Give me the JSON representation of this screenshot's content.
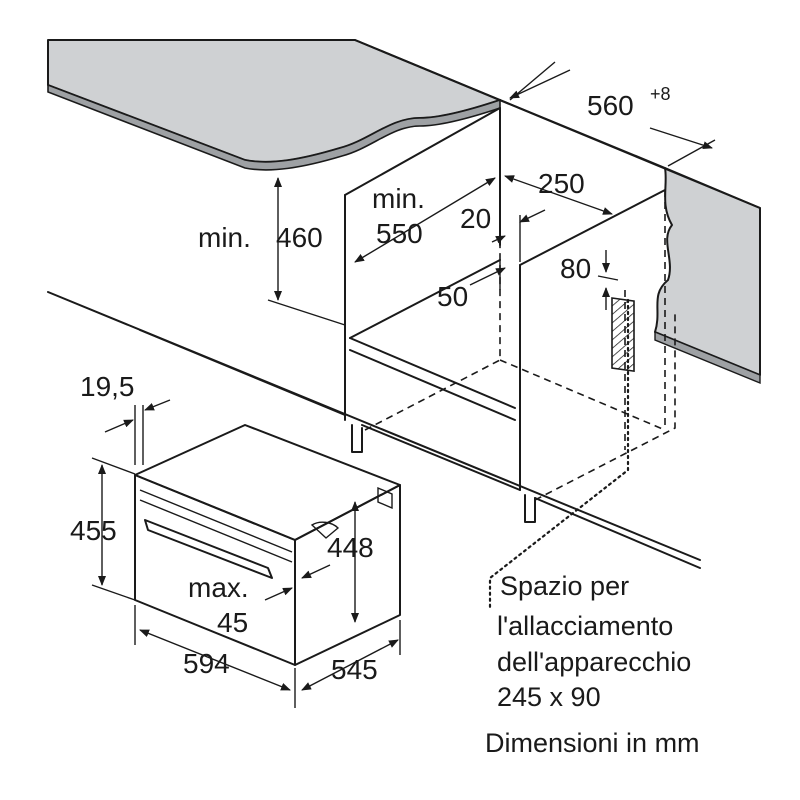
{
  "dimensions": {
    "niche_width_base": "560",
    "niche_width_tolerance": "+8",
    "min_height_label_a": "min.",
    "min_height_value": "460",
    "min_depth_label": "min.",
    "min_depth_value": "550",
    "vent_depth": "250",
    "gap_top": "20",
    "gap_side": "50",
    "vent_height": "80",
    "front_offset": "19,5",
    "appliance_height": "455",
    "inner_height": "448",
    "max_label": "max.",
    "max_value": "45",
    "appliance_width": "594",
    "appliance_depth": "545"
  },
  "notes": {
    "connection_line1": "Spazio per",
    "connection_line2": "l'allacciamento",
    "connection_line3": "dell'apparecchio",
    "connection_line4": "245 x 90",
    "units": "Dimensioni in mm"
  }
}
